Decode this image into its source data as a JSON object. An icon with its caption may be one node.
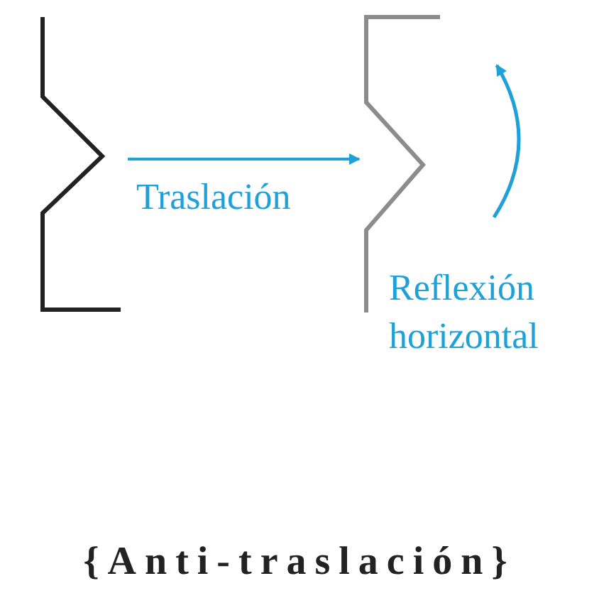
{
  "diagram": {
    "title": "{Anti-traslación}",
    "nodes": [
      {
        "text": [],
        "shape": "picture"
      },
      {
        "text": [],
        "shape": "picture"
      }
    ],
    "edges": [
      {
        "from": 0,
        "to": 1,
        "arrow": "to",
        "label": "Traslación"
      }
    ],
    "labels": [
      "Reflexión horizontal"
    ]
  }
}
